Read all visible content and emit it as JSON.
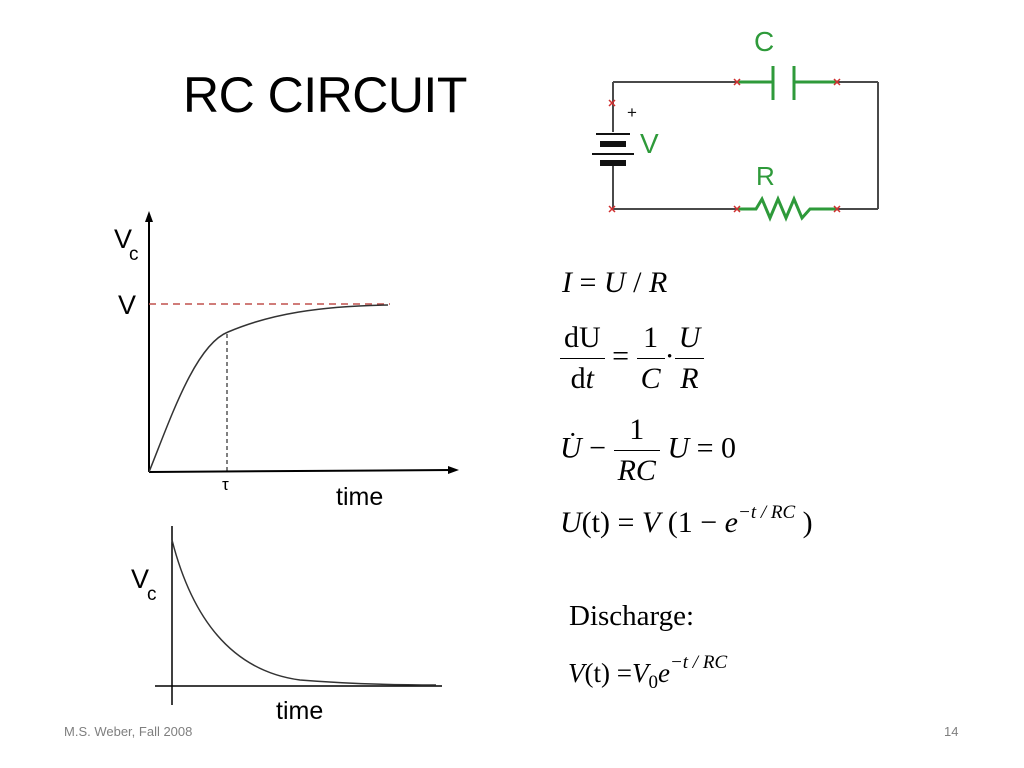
{
  "slide": {
    "title": "RC CIRCUIT",
    "footer_left": "M.S. Weber, Fall 2008",
    "page_number": "14"
  },
  "circuit": {
    "capacitor_label": "C",
    "resistor_label": "R",
    "source_label": "V",
    "plus_sign": "+"
  },
  "charge_graph": {
    "y_label_main": "V",
    "y_label_sub": "c",
    "v_level_label": "V",
    "tau_label": "τ",
    "x_label": "time",
    "colors": {
      "asymptote": "#c0504d",
      "curve": "#333333"
    }
  },
  "discharge_graph": {
    "y_label_main": "V",
    "y_label_sub": "c",
    "x_label": "time"
  },
  "equations": {
    "ohm": {
      "lhs": "I",
      "eq": "=",
      "u": "U",
      "slash": "/",
      "r": "R"
    },
    "diff": {
      "num_left": "dU",
      "den_left_d": "d",
      "den_left_t": "t",
      "eq": "=",
      "one": "1",
      "c": "C",
      "dot": "·",
      "u": "U",
      "r": "R"
    },
    "ode": {
      "udot": "U̇",
      "minus": "−",
      "one": "1",
      "rc": "RC",
      "u": "U",
      "eq": "= 0"
    },
    "solution": {
      "lhs": "U",
      "paren_t": "(t)",
      "eq": "=",
      "v": "V",
      "open": "(1 − ",
      "e": "e",
      "exp": "−t / RC",
      "close": ")"
    },
    "discharge_label": "Discharge:",
    "discharge": {
      "lhs": "V",
      "paren_t": "(t)",
      "eq": "=",
      "v": "V",
      "sub0": "0",
      "e": "e",
      "exp": "−t / RC"
    }
  }
}
